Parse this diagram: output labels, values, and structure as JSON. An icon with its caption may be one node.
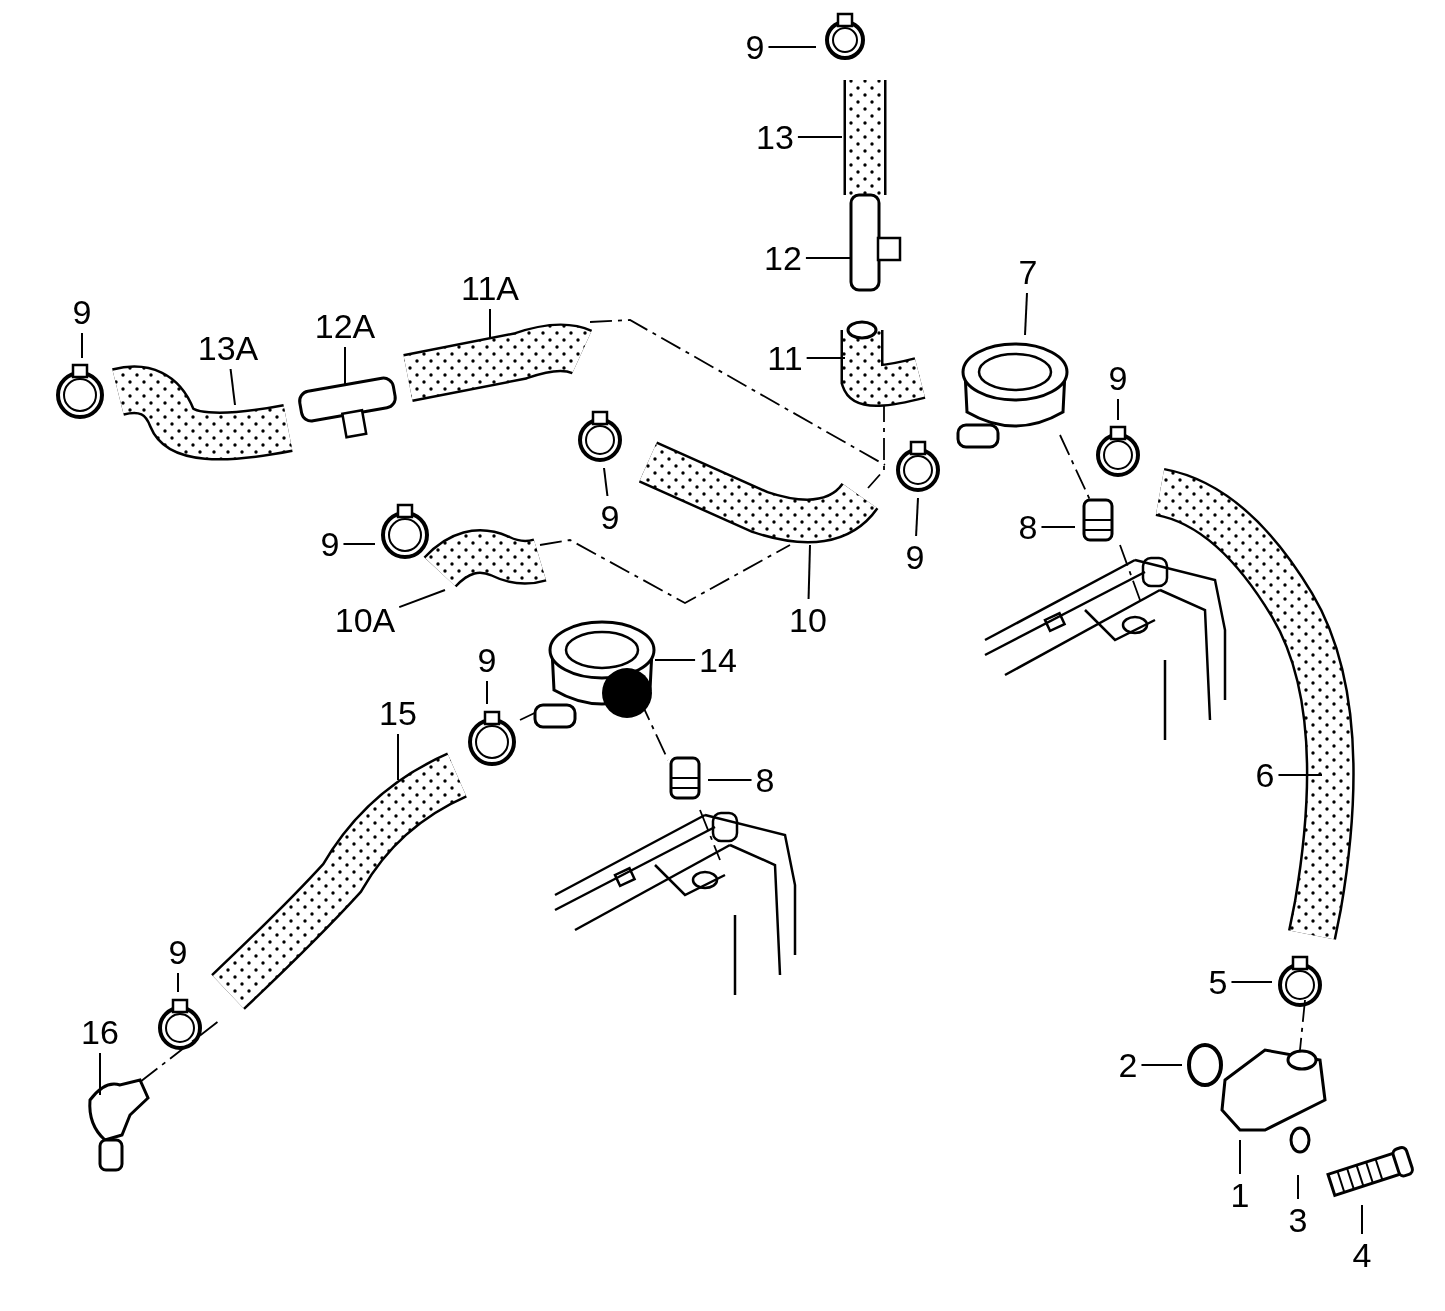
{
  "diagram": {
    "nodes": [
      {
        "text": [
          "9"
        ]
      },
      {
        "text": [
          "13"
        ]
      },
      {
        "text": [
          "12"
        ]
      },
      {
        "text": [
          "11"
        ]
      },
      {
        "text": [
          "7"
        ]
      },
      {
        "text": [
          "9"
        ]
      },
      {
        "text": [
          "13A"
        ]
      },
      {
        "text": [
          "12A"
        ]
      },
      {
        "text": [
          "11A"
        ]
      },
      {
        "text": [
          "9"
        ]
      },
      {
        "text": [
          "9"
        ]
      },
      {
        "text": [
          "9"
        ]
      },
      {
        "text": [
          "8"
        ]
      },
      {
        "text": [
          "9"
        ]
      },
      {
        "text": [
          "10A"
        ]
      },
      {
        "text": [
          "10"
        ]
      },
      {
        "text": [
          "14"
        ]
      },
      {
        "text": [
          "15"
        ]
      },
      {
        "text": [
          "9"
        ]
      },
      {
        "text": [
          "8"
        ]
      },
      {
        "text": [
          "6"
        ]
      },
      {
        "text": [
          "9"
        ]
      },
      {
        "text": [
          "16"
        ]
      },
      {
        "text": [
          "5"
        ]
      },
      {
        "text": [
          "2"
        ]
      },
      {
        "text": [
          "1"
        ]
      },
      {
        "text": [
          "3"
        ]
      },
      {
        "text": [
          "4"
        ]
      }
    ],
    "edges": [
      {
        "from": 0,
        "to": null,
        "arrow": "none"
      },
      {
        "from": 1,
        "to": null,
        "arrow": "none"
      },
      {
        "from": 2,
        "to": null,
        "arrow": "none"
      },
      {
        "from": 3,
        "to": null,
        "arrow": "none"
      },
      {
        "from": 4,
        "to": null,
        "arrow": "none"
      },
      {
        "from": 5,
        "to": null,
        "arrow": "none"
      },
      {
        "from": 6,
        "to": null,
        "arrow": "none"
      },
      {
        "from": 7,
        "to": null,
        "arrow": "none"
      },
      {
        "from": 8,
        "to": null,
        "arrow": "none"
      },
      {
        "from": 9,
        "to": null,
        "arrow": "none"
      },
      {
        "from": 10,
        "to": null,
        "arrow": "none"
      },
      {
        "from": 11,
        "to": null,
        "arrow": "none"
      },
      {
        "from": 12,
        "to": null,
        "arrow": "none"
      },
      {
        "from": 13,
        "to": null,
        "arrow": "none"
      },
      {
        "from": 14,
        "to": null,
        "arrow": "none"
      },
      {
        "from": 15,
        "to": null,
        "arrow": "none"
      },
      {
        "from": 16,
        "to": null,
        "arrow": "none"
      },
      {
        "from": 17,
        "to": null,
        "arrow": "none"
      },
      {
        "from": 18,
        "to": null,
        "arrow": "none"
      },
      {
        "from": 19,
        "to": null,
        "arrow": "none"
      },
      {
        "from": 20,
        "to": null,
        "arrow": "none"
      },
      {
        "from": 21,
        "to": null,
        "arrow": "none"
      },
      {
        "from": 22,
        "to": null,
        "arrow": "none"
      },
      {
        "from": 23,
        "to": null,
        "arrow": "none"
      },
      {
        "from": 24,
        "to": null,
        "arrow": "none"
      },
      {
        "from": 25,
        "to": null,
        "arrow": "none"
      },
      {
        "from": 26,
        "to": null,
        "arrow": "none"
      },
      {
        "from": 27,
        "to": null,
        "arrow": "none"
      }
    ]
  }
}
